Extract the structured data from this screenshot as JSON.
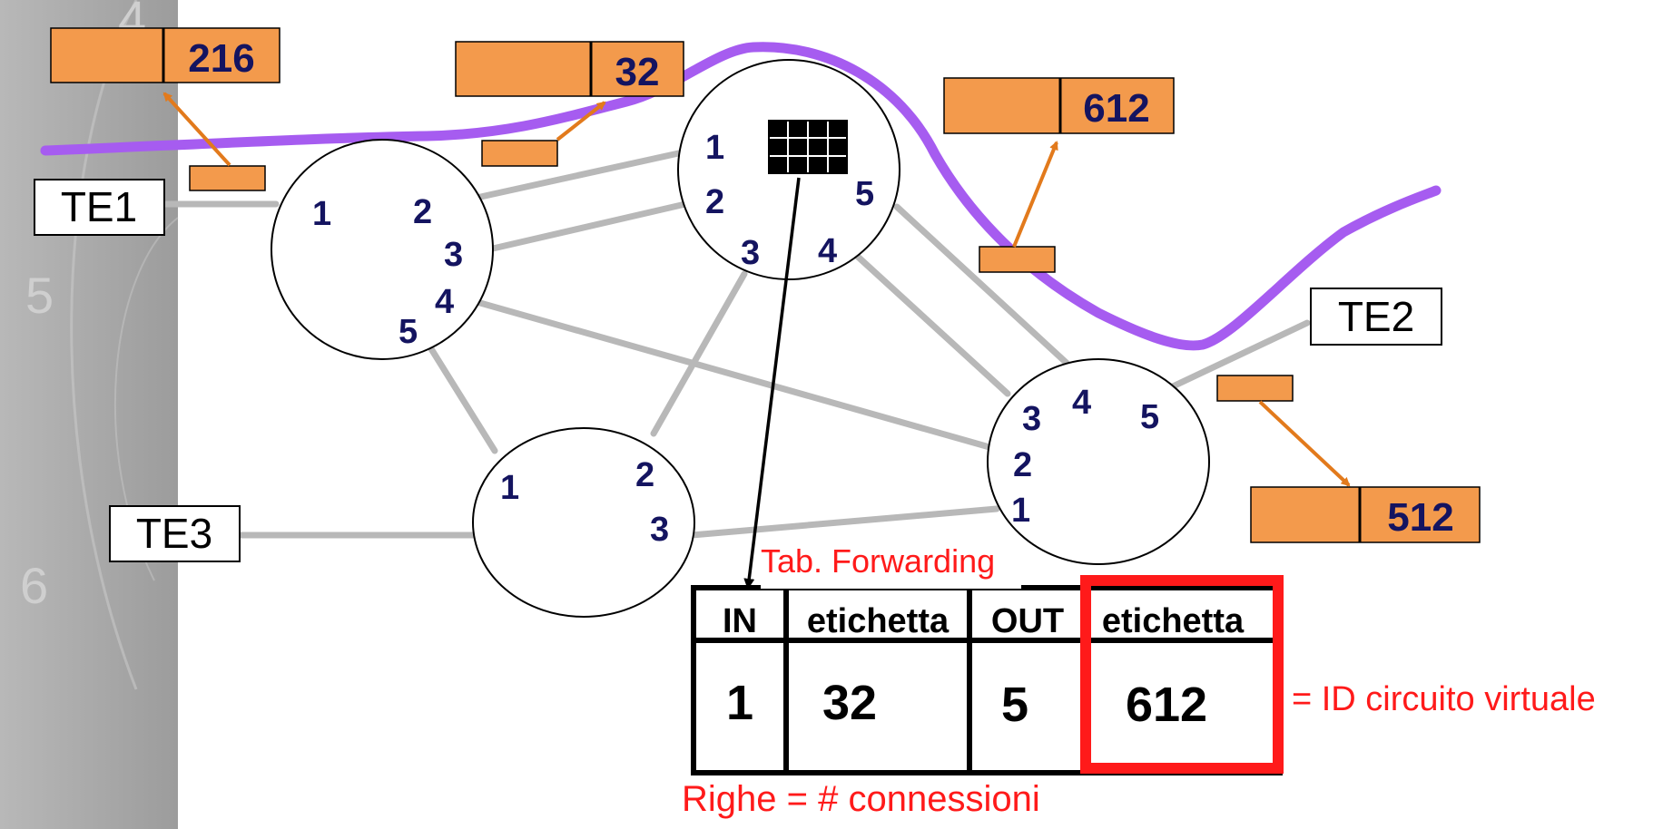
{
  "terminals": [
    {
      "id": "te1",
      "label": "TE1"
    },
    {
      "id": "te2",
      "label": "TE2"
    },
    {
      "id": "te3",
      "label": "TE3"
    }
  ],
  "nodes": {
    "n1": {
      "ports": [
        "1",
        "2",
        "3",
        "4",
        "5"
      ]
    },
    "n2": {
      "ports": [
        "1",
        "2",
        "3",
        "4",
        "5"
      ]
    },
    "n3": {
      "ports": [
        "1",
        "2",
        "3"
      ]
    },
    "n4": {
      "ports": [
        "1",
        "2",
        "3",
        "4",
        "5"
      ]
    }
  },
  "labels": {
    "l216": "216",
    "l32": "32",
    "l612": "612",
    "l512": "512"
  },
  "forwarding": {
    "caption": "Tab. Forwarding",
    "headers": [
      "IN",
      "etichetta",
      "OUT",
      "etichetta"
    ],
    "row": [
      "1",
      "32",
      "5",
      "612"
    ],
    "annotation": "= ID circuito virtuale",
    "rows_note": "Righe = # connessioni"
  },
  "colors": {
    "link": "#b8b8b8",
    "packet": "#f39a4c",
    "arrow_orange": "#e27a1c",
    "path": "#a65cf0",
    "ports": "#141460",
    "highlight": "#ff1a1a",
    "sidebar": "#a9a9a9"
  }
}
